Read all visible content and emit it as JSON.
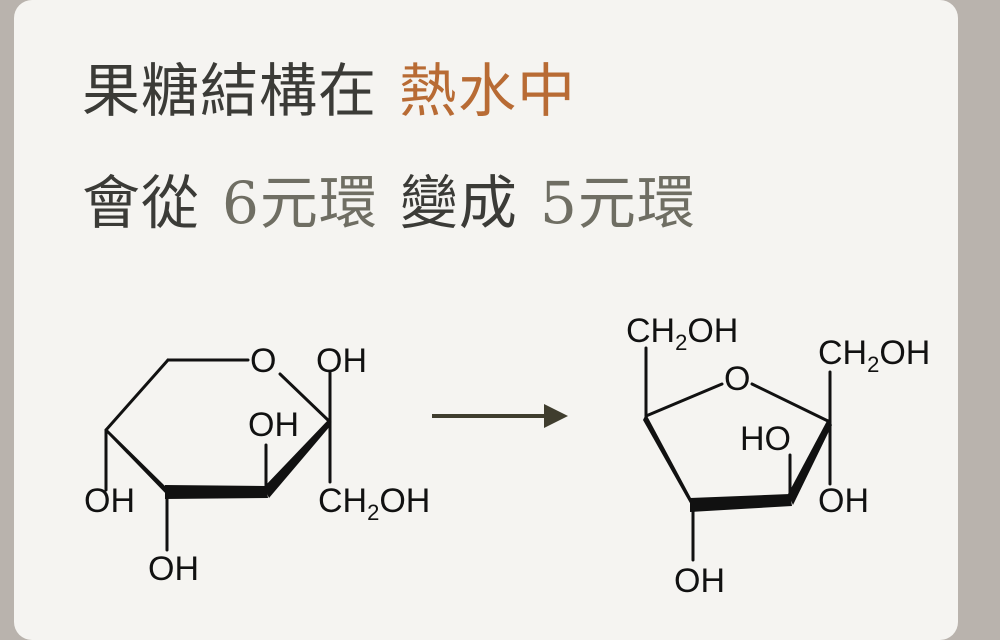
{
  "title": {
    "line1": "果糖結構在",
    "line1_accent": "熱水中",
    "line2_a": "會從",
    "line2_b": "6元環",
    "line2_c": "變成",
    "line2_d": "5元環"
  },
  "pyranose": {
    "ring_o": "O",
    "oh_c2_top": "OH",
    "oh_c3": "OH",
    "oh_c4": "OH",
    "oh_c5": "OH",
    "ch2oh_ch": "CH",
    "ch2oh_sub": "2",
    "ch2oh_oh": "OH"
  },
  "furanose": {
    "ring_o": "O",
    "ch2oh_left_ch": "CH",
    "ch2oh_left_sub": "2",
    "ch2oh_left_oh": "OH",
    "ch2oh_right_ch": "CH",
    "ch2oh_right_sub": "2",
    "ch2oh_right_oh": "OH",
    "ho_c3": "HO",
    "oh_c2": "OH",
    "oh_c4": "OH"
  },
  "colors": {
    "accent": "#b86b34",
    "muted": "#6f6e63",
    "text": "#3b3b37",
    "arrow": "#3f3d2e"
  }
}
